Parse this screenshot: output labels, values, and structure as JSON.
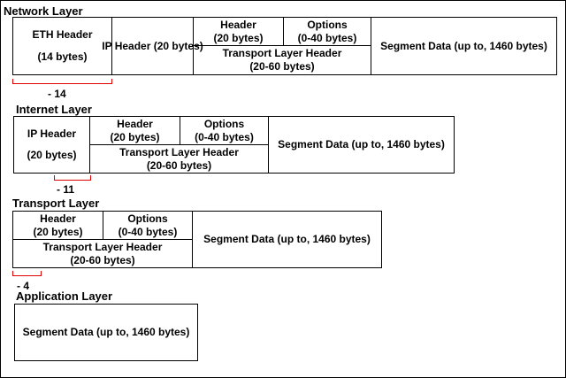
{
  "colors": {
    "brace": "#e00000",
    "border": "#000000"
  },
  "network": {
    "title": "Network Layer",
    "eth": {
      "name": "ETH Header",
      "size": "(14 bytes)"
    },
    "ip": "IP Header (20 bytes)",
    "tcp_header": "Header",
    "tcp_header_size": "(20 bytes)",
    "options": "Options",
    "options_size": "(0-40 bytes)",
    "transport_header": "Transport Layer Header",
    "transport_header_size": "(20-60 bytes)",
    "segment": "Segment Data (up to, 1460 bytes)",
    "brace_label": "- 14"
  },
  "internet": {
    "title": "Internet Layer",
    "ip": "IP Header",
    "ip_size": "(20 bytes)",
    "tcp_header": "Header",
    "tcp_header_size": "(20 bytes)",
    "options": "Options",
    "options_size": "(0-40 bytes)",
    "transport_header": "Transport Layer Header",
    "transport_header_size": "(20-60 bytes)",
    "segment": "Segment Data (up to, 1460 bytes)",
    "brace_label": "- 11"
  },
  "transport": {
    "title": "Transport Layer",
    "tcp_header": "Header",
    "tcp_header_size": "(20 bytes)",
    "options": "Options",
    "options_size": "(0-40 bytes)",
    "transport_header": "Transport Layer Header",
    "transport_header_size": "(20-60 bytes)",
    "segment": "Segment Data (up to, 1460 bytes)",
    "brace_label": "- 4"
  },
  "application": {
    "title": "Application Layer",
    "segment": "Segment Data (up to, 1460 bytes)"
  }
}
